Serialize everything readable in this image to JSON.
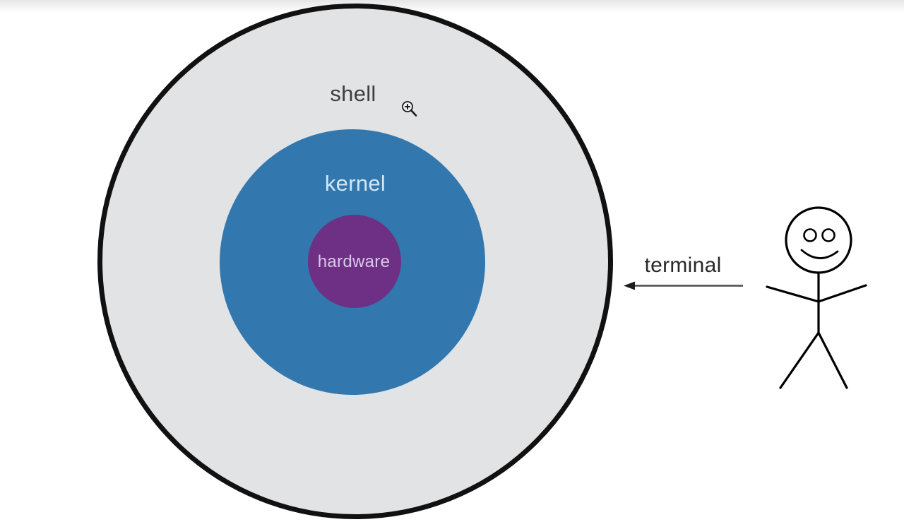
{
  "page": {
    "background": "#ffffff",
    "top_fade": "#e6e6e6"
  },
  "diagram": {
    "rings": [
      {
        "id": "shell",
        "label": "shell",
        "fill": "#e2e3e5",
        "border": "#111111",
        "label_color": "#3e3e41"
      },
      {
        "id": "kernel",
        "label": "kernel",
        "fill": "#3278ae",
        "label_color": "#d2e6f5"
      },
      {
        "id": "hardware",
        "label": "hardware",
        "fill": "#6d3084",
        "label_color": "#d9c9e8"
      }
    ],
    "terminal_arrow": {
      "label": "terminal",
      "label_color": "#28282a",
      "line_color": "#4a4a4c",
      "head_color": "#1c1c1e",
      "direction": "points-left-into-shell"
    },
    "cursor": {
      "name": "zoom-in-cursor",
      "color": "#1a1a1a",
      "halo": "#f0f1f3"
    },
    "person": {
      "name": "stick-figure-user",
      "color": "#000000",
      "head_fill": "#ffffff"
    }
  }
}
